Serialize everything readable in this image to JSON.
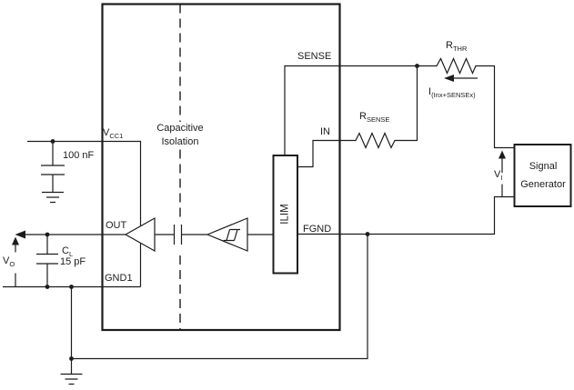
{
  "labels": {
    "vcc1": {
      "main": "V",
      "sub": "CC1"
    },
    "out": "OUT",
    "gnd1": "GND1",
    "sense": "SENSE",
    "in": "IN",
    "fgnd": "FGND",
    "ilim": "ILIM",
    "isolation": {
      "line1": "Capacitive",
      "line2": "Isolation"
    },
    "bypass_cap_value": "100 nF",
    "load_cap": {
      "main": "C",
      "sub": "L"
    },
    "load_cap_value": "15 pF",
    "vo": {
      "main": "V",
      "sub": "O"
    },
    "vi": {
      "main": "V",
      "sub": "I"
    },
    "r_thr": {
      "main": "R",
      "sub": "THR"
    },
    "r_sense": {
      "main": "R",
      "sub": "SENSE"
    },
    "current": {
      "main": "I",
      "sub": "(Inx+SENSEx)"
    },
    "signal_generator": {
      "line1": "Signal",
      "line2": "Generator"
    }
  },
  "colors": {
    "line": "#1c1c1c",
    "background": "#ffffff"
  }
}
